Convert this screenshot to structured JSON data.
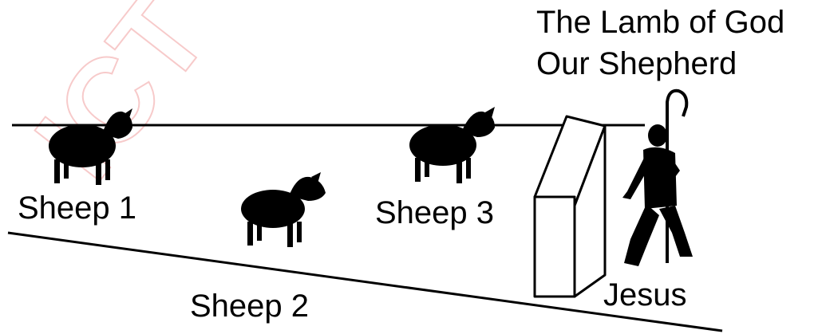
{
  "title_line1": "The Lamb of God",
  "title_line2": "Our Shepherd",
  "labels": {
    "sheep1": "Sheep 1",
    "sheep2": "Sheep 2",
    "sheep3": "Sheep 3",
    "jesus": "Jesus"
  },
  "watermark": "...ICT OF FA...",
  "colors": {
    "ink": "#000000",
    "watermark": "#e36b6b",
    "background": "#ffffff"
  }
}
